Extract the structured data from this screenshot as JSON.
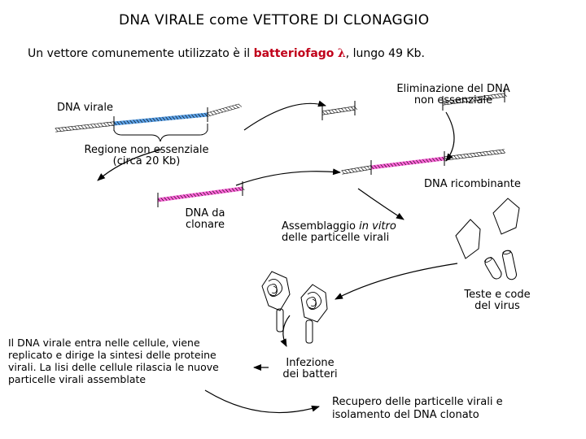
{
  "title": "DNA VIRALE come VETTORE DI CLONAGGIO",
  "intro": {
    "before": "Un vettore comunemente utilizzato è il",
    "highlight": "batteriofago",
    "symbol": "λ",
    "after": ", lungo 49 Kb."
  },
  "labels": {
    "viral_dna": "DNA virale",
    "region_line1": "Regione non essenziale",
    "region_line2": "(circa 20 Kb)",
    "removal_line1": "Eliminazione del DNA",
    "removal_line2": "non essenziale",
    "recombinant": "DNA ricombinante",
    "clone_line1": "DNA da",
    "clone_line2": "clonare",
    "assembly_before": "Assemblaggio",
    "assembly_italic": "in vitro",
    "assembly_line2": "delle particelle virali",
    "heads_line1": "Teste e code",
    "heads_line2": "del virus",
    "infection_line1": "Infezione",
    "infection_line2": "dei batteri",
    "recovery_line1": "Recupero delle particelle virali e",
    "recovery_line2": "isolamento del DNA clonato"
  },
  "description": [
    "Il DNA virale entra nelle cellule, viene",
    "replicato e dirige la sintesi delle proteine",
    "virali. La lisi delle cellule rilascia le nuove",
    "particelle virali assemblate"
  ],
  "colors": {
    "viral_dna_strand": "#5aa0e6",
    "insert_dna_strand": "#ff66d9",
    "highlight_text": "#c0001a",
    "line": "#000000"
  }
}
